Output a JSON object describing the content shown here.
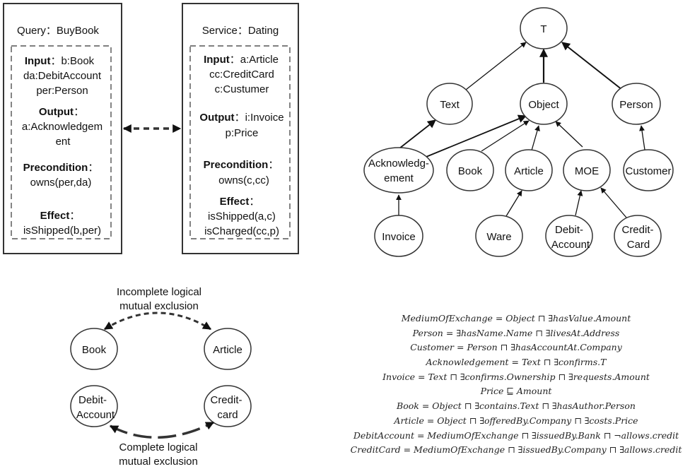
{
  "query_box": {
    "title": "Query：BuyBook",
    "input_label": "Input",
    "input_line1": "：b:Book",
    "input_line2": "da:DebitAccount",
    "input_line3": "per:Person",
    "output_label": "Output",
    "output_sep": "：",
    "output_line1": "a:Acknowledgem",
    "output_line2": "ent",
    "precondition_label": "Precondition",
    "precondition_sep": "：",
    "precondition_value": "owns(per,da)",
    "effect_label": "Effect",
    "effect_sep": "：",
    "effect_value": "isShipped(b,per)"
  },
  "service_box": {
    "title": "Service：Dating",
    "input_label": "Input",
    "input_line1": "：a:Article",
    "input_line2": "cc:CreditCard",
    "input_line3": "c:Custumer",
    "output_label": "Output",
    "output_line1": "：i:Invoice",
    "output_line2": "p:Price",
    "precondition_label": "Precondition",
    "precondition_sep": "：",
    "precondition_value": "owns(c,cc)",
    "effect_label": "Effect",
    "effect_sep": "：",
    "effect_value1": "isShipped(a,c)",
    "effect_value2": "isCharged(cc,p)"
  },
  "taxonomy": {
    "top": "T",
    "text": "Text",
    "object": "Object",
    "person": "Person",
    "ack_line1": "Acknowledg-",
    "ack_line2": "ement",
    "book": "Book",
    "article": "Article",
    "moe": "MOE",
    "customer": "Customer",
    "invoice": "Invoice",
    "ware": "Ware",
    "debit_line1": "Debit-",
    "debit_line2": "Account",
    "credit_line1": "Credit-",
    "credit_line2": "Card"
  },
  "exclusion": {
    "incomplete_line1": "Incomplete logical",
    "incomplete_line2": "mutual exclusion",
    "book": "Book",
    "article": "Article",
    "debit_line1": "Debit-",
    "debit_line2": "Account",
    "credit_line1": "Credit-",
    "credit_line2": "card",
    "complete_line1": "Complete logical",
    "complete_line2": "mutual exclusion"
  },
  "axioms": [
    "MediumOfExchange = Object ⊓ ∃hasValue.Amount",
    "Person = ∃hasName.Name ⊓ ∃livesAt.Address",
    "Customer = Person ⊓ ∃hasAccountAt.Company",
    "Acknowledgement = Text ⊓ ∃confirms.T",
    "Invoice = Text ⊓ ∃confirms.Ownership ⊓ ∃requests.Amount",
    "Price ⊑ Amount",
    "Book = Object ⊓ ∃contains.Text ⊓ ∃hasAuthor.Person",
    "Article = Object ⊓ ∃offeredBy.Company ⊓ ∃costs.Price",
    "DebitAccount = MediumOfExchange ⊓ ∃issuedBy.Bank ⊓ ¬allows.credit",
    "CreditCard = MediumOfExchange ⊓ ∃issuedBy.Company ⊓ ∃allows.credit"
  ]
}
